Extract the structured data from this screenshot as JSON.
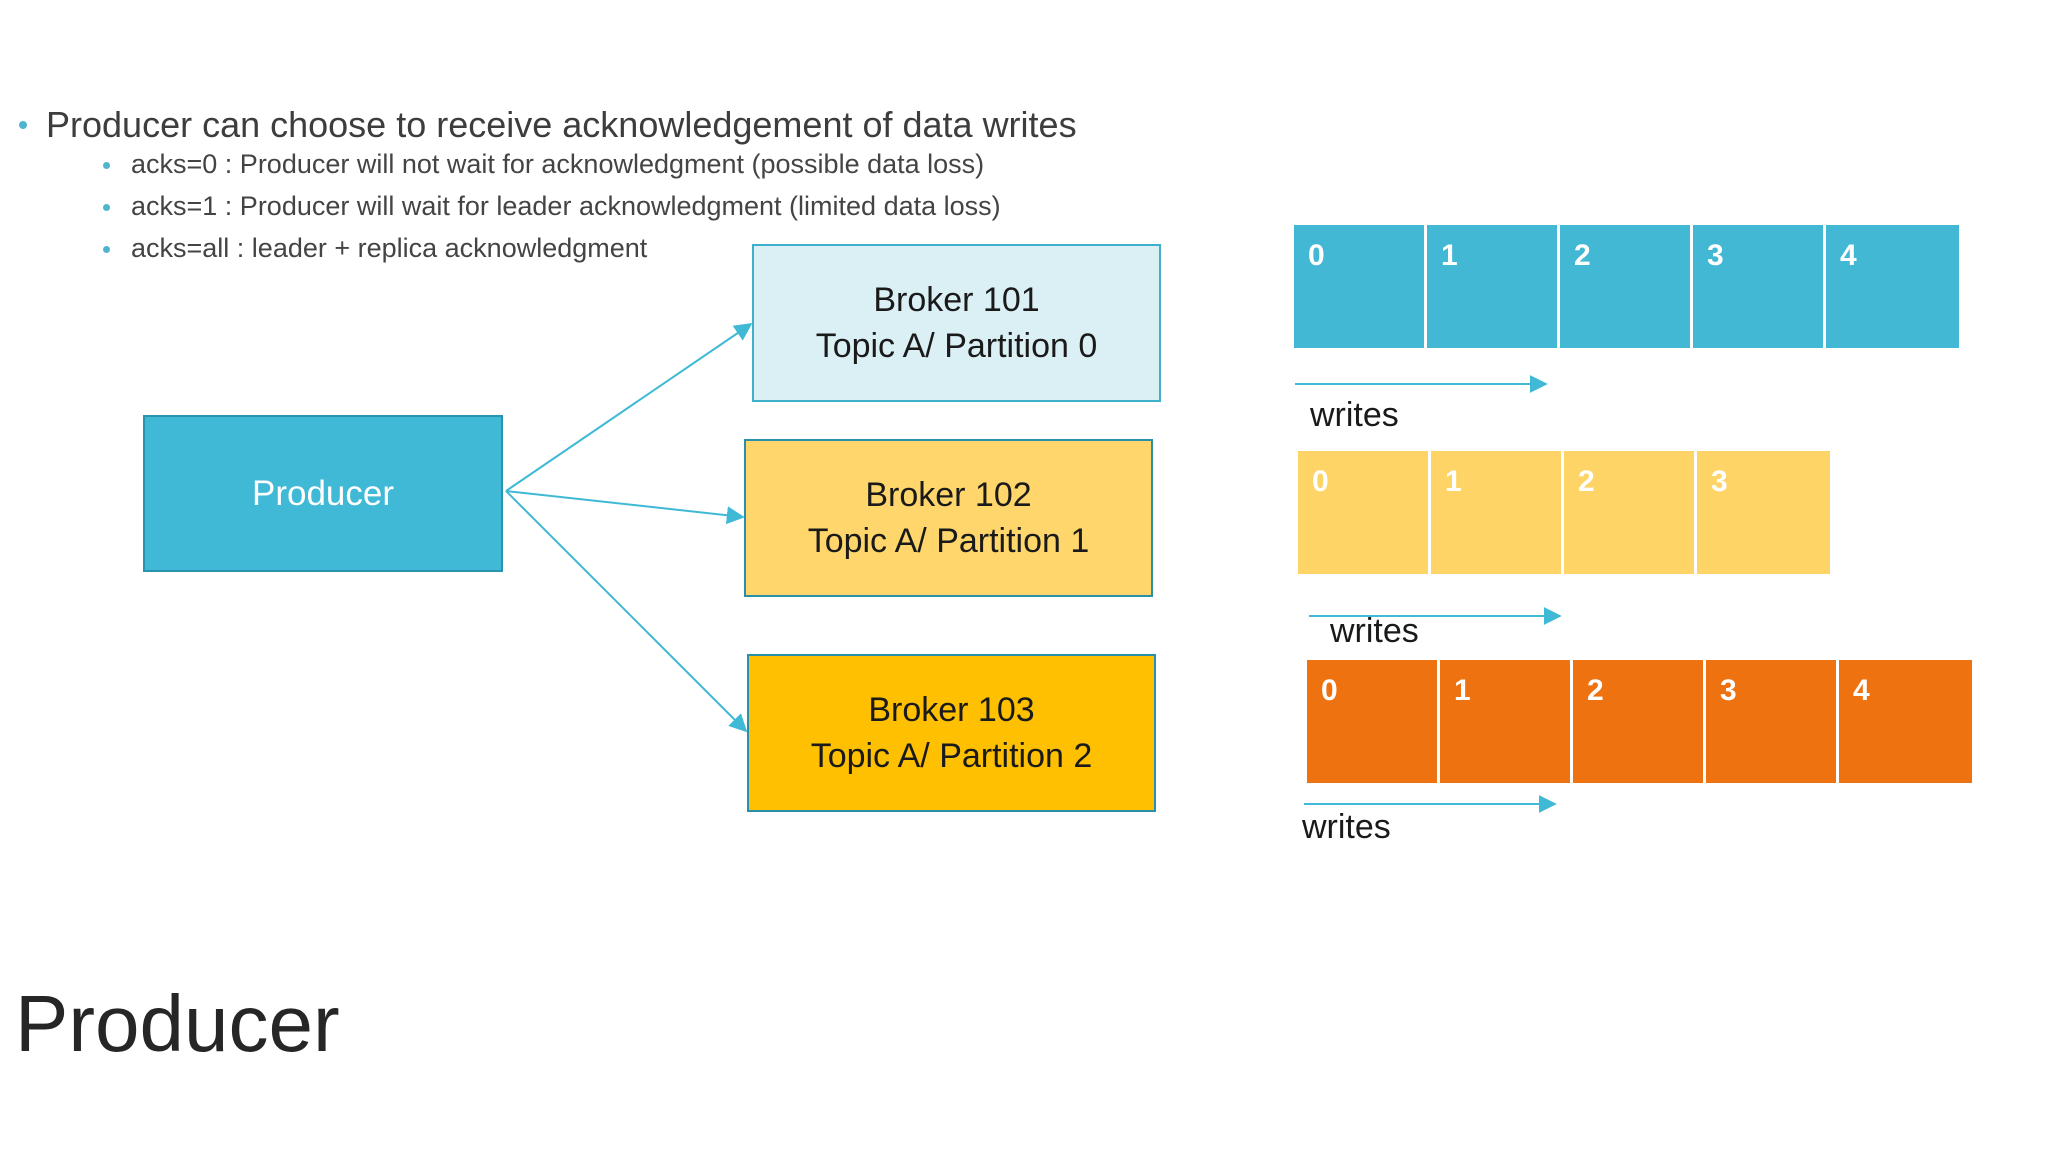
{
  "bullets": {
    "main": "Producer can choose to receive acknowledgement of data writes",
    "sub": [
      "acks=0 : Producer will not wait for acknowledgment (possible data loss)",
      "acks=1 : Producer will wait for leader acknowledgment (limited data loss)",
      "acks=all : leader + replica acknowledgment"
    ]
  },
  "producer_label": "Producer",
  "brokers": [
    {
      "name": "Broker 101",
      "partition": "Topic A/ Partition 0"
    },
    {
      "name": "Broker 102",
      "partition": "Topic A/ Partition 1"
    },
    {
      "name": "Broker 103",
      "partition": "Topic A/ Partition 2"
    }
  ],
  "partitions": [
    {
      "offsets": [
        "0",
        "1",
        "2",
        "3",
        "4"
      ],
      "writes_label": "writes"
    },
    {
      "offsets": [
        "0",
        "1",
        "2",
        "3"
      ],
      "writes_label": "writes"
    },
    {
      "offsets": [
        "0",
        "1",
        "2",
        "3",
        "4"
      ],
      "writes_label": "writes"
    }
  ],
  "slide_title": "Producer",
  "colors": {
    "accent": "#3fb9d5",
    "partition_0": "#42b8d5",
    "partition_1": "#fed467",
    "partition_2": "#ee720f",
    "broker_101": "#daf0f5",
    "broker_102": "#fed66b",
    "broker_103": "#fec000"
  }
}
